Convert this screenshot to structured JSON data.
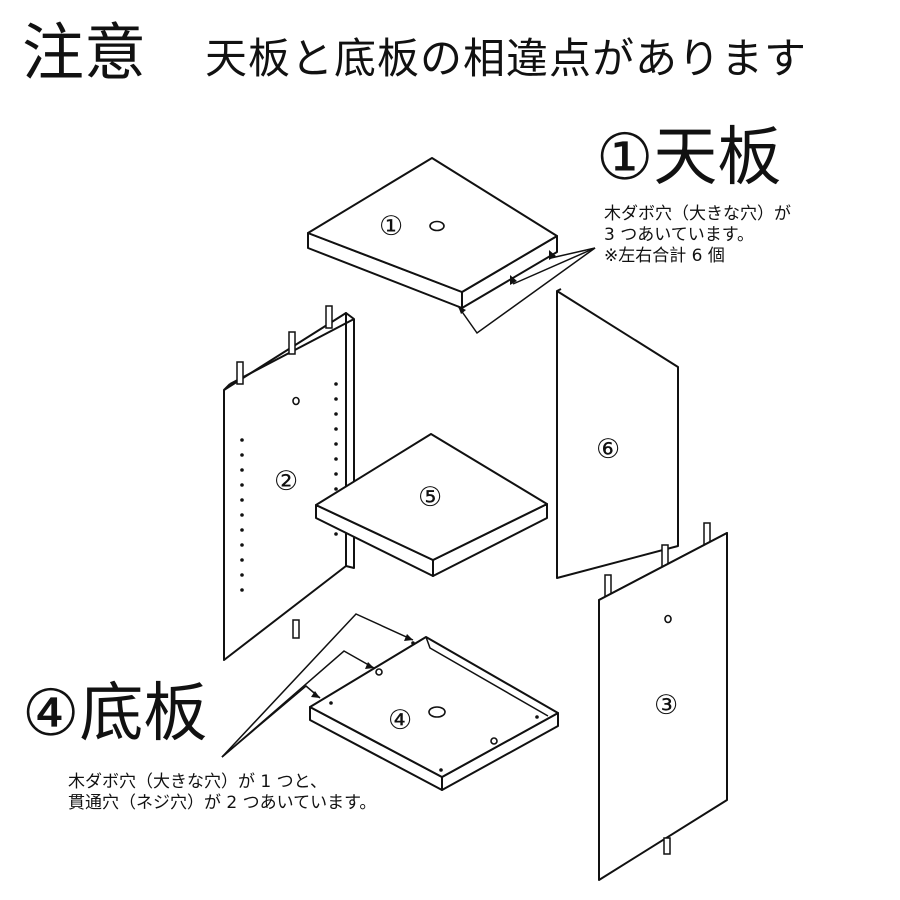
{
  "heading": {
    "attention": "注意",
    "subtitle": "天板と底板の相違点があります"
  },
  "top_board": {
    "title": "①天板",
    "note_lines": [
      "木ダボ穴（大きな穴）が",
      "3 つあいています。",
      "※左右合計 6 個"
    ]
  },
  "bottom_board": {
    "title": "④底板",
    "note_lines": [
      "木ダボ穴（大きな穴）が 1 つと、",
      "貫通穴（ネジ穴）が 2 つあいています。"
    ]
  },
  "part_labels": {
    "p1": "①",
    "p2": "②",
    "p3": "③",
    "p4": "④",
    "p5": "⑤",
    "p6": "⑥"
  }
}
